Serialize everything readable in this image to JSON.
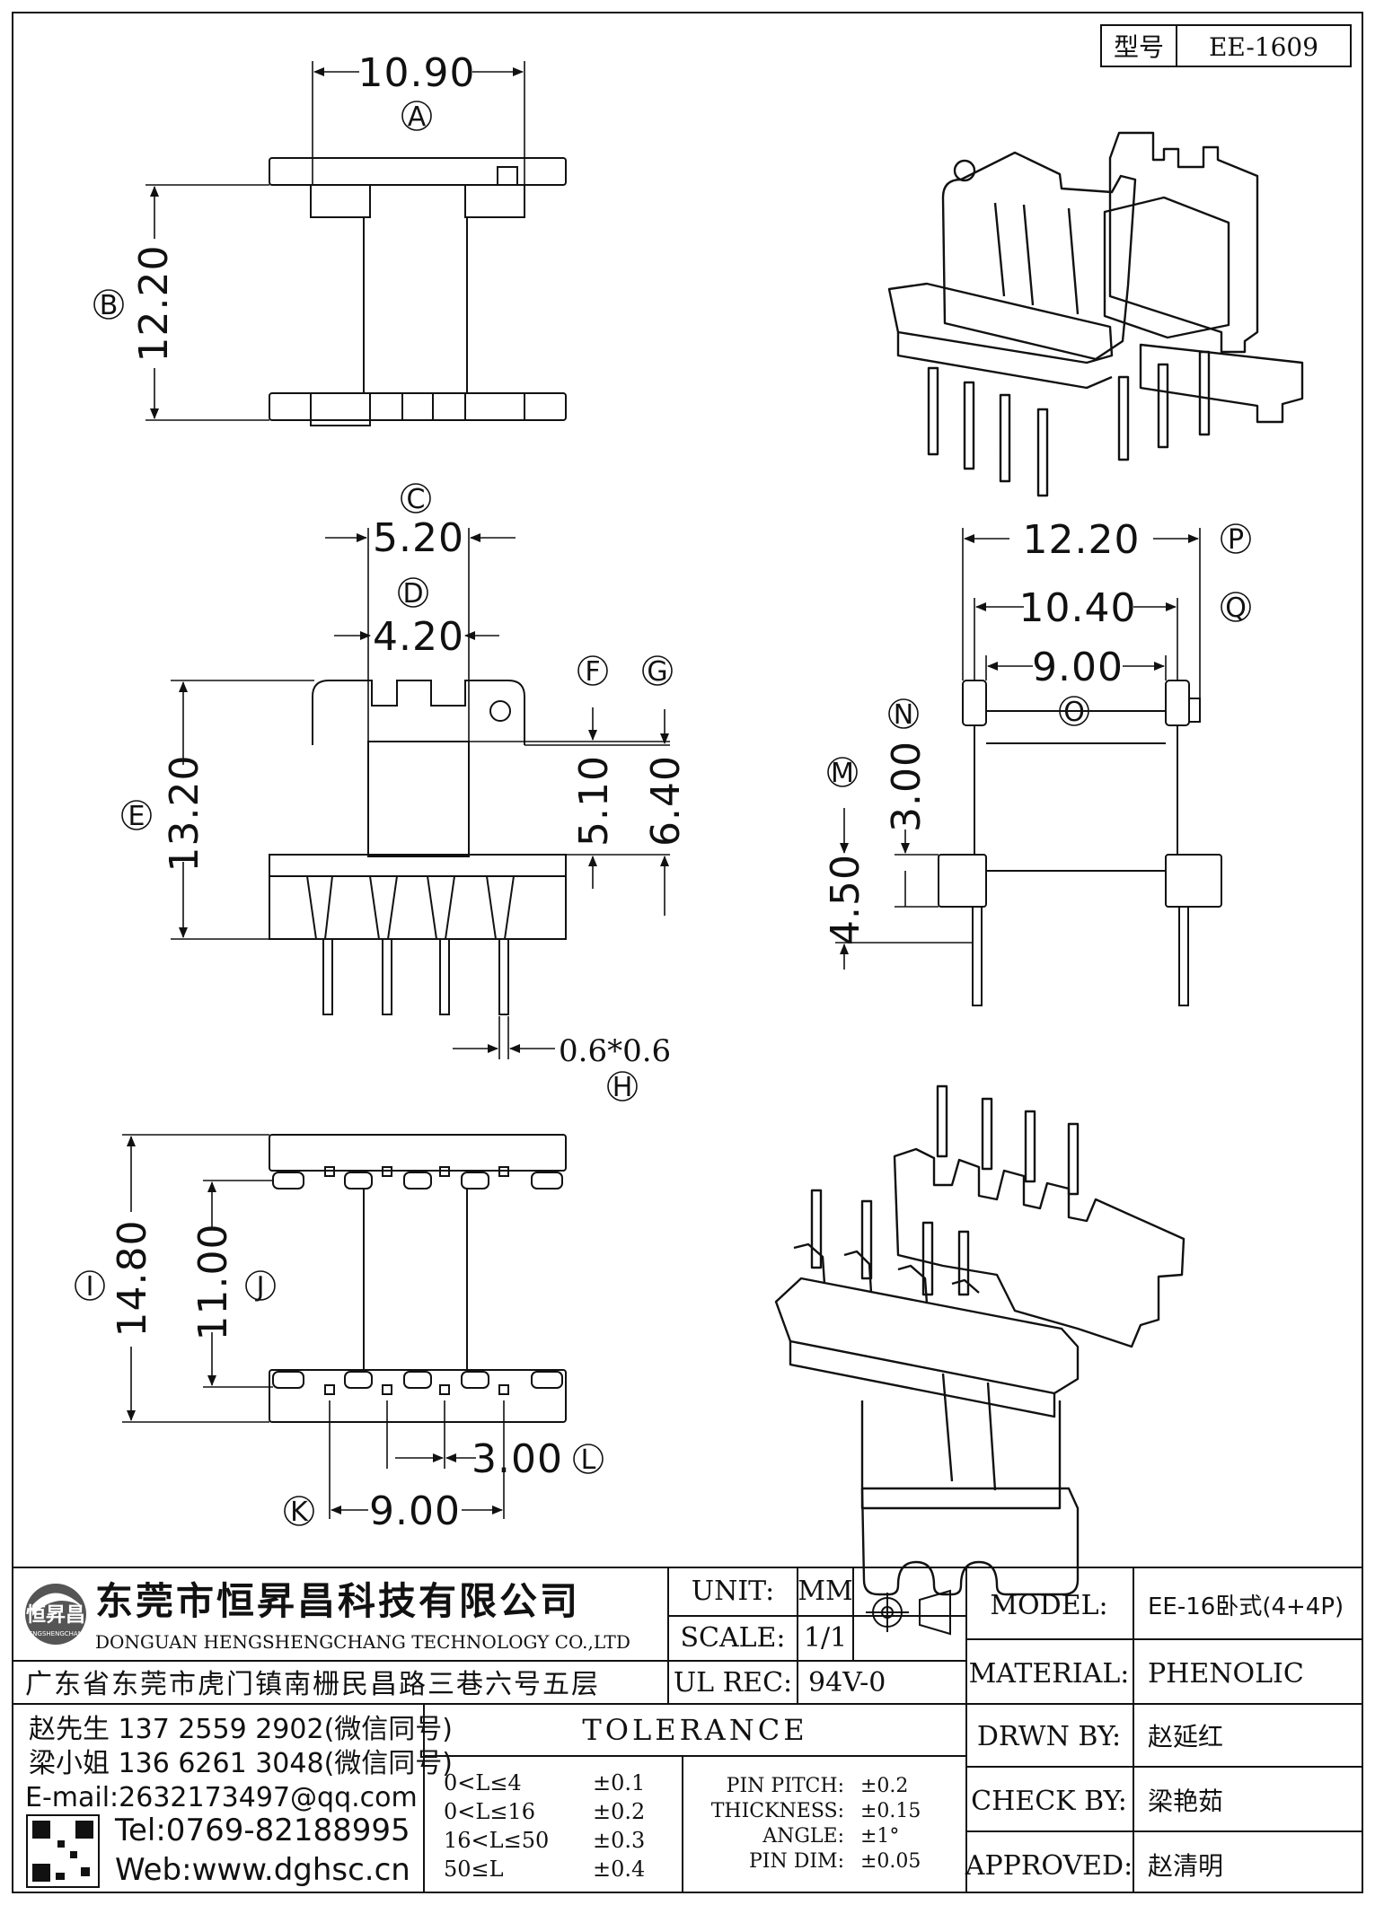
{
  "header": {
    "type_label": "型号",
    "part_no": "EE-1609"
  },
  "dimensions": {
    "A": "10.90",
    "B": "12.20",
    "C": "5.20",
    "D": "4.20",
    "E": "13.20",
    "F": "5.10",
    "G": "6.40",
    "H": "0.6*0.6",
    "I": "14.80",
    "J": "11.00",
    "K": "9.00",
    "L": "3.00",
    "M": "4.50",
    "N": "3.00",
    "O": "9.00",
    "P": "12.20",
    "Q": "10.40"
  },
  "labels": [
    "A",
    "B",
    "C",
    "D",
    "E",
    "F",
    "G",
    "H",
    "I",
    "J",
    "K",
    "L",
    "M",
    "N",
    "O",
    "P",
    "Q"
  ],
  "company": {
    "logo_text": "恒昇昌",
    "logo_sub": "HENGSHENGCHANG",
    "name_cn": "东莞市恒昇昌科技有限公司",
    "name_en": "DONGUAN HENGSHENGCHANG TECHNOLOGY CO.,LTD",
    "address": "广东省东莞市虎门镇南栅民昌路三巷六号五层"
  },
  "contacts": {
    "line1": "赵先生 137 2559 2902(微信同号)",
    "line2": "梁小姐 136 6261 3048(微信同号)",
    "email": "E-mail:2632173497@qq.com",
    "tel": "Tel:0769-82188995",
    "web": "Web:www.dghsc.cn"
  },
  "specs": {
    "unit_label": "UNIT:",
    "unit_value": "MM",
    "scale_label": "SCALE:",
    "scale_value": "1/1",
    "ulrec_label": "UL REC:",
    "ulrec_value": "94V-0"
  },
  "tolerance": {
    "title": "TOLERANCE",
    "rows": [
      {
        "range": "0<L≤4",
        "value": "±0.1"
      },
      {
        "range": "0<L≤16",
        "value": "±0.2"
      },
      {
        "range": "16<L≤50",
        "value": "±0.3"
      },
      {
        "range": "50≤L",
        "value": "±0.4"
      }
    ],
    "extra": [
      {
        "label": "PIN PITCH:",
        "value": "±0.2"
      },
      {
        "label": "THICKNESS:",
        "value": "±0.15"
      },
      {
        "label": "ANGLE:",
        "value": "±1°"
      },
      {
        "label": "PIN DIM:",
        "value": "±0.05"
      }
    ]
  },
  "title_block": {
    "model_label": "MODEL:",
    "model_value": "EE-16卧式(4+4P)",
    "material_label": "MATERIAL:",
    "material_value": "PHENOLIC",
    "drawn_label": "DRWN BY:",
    "drawn_value": "赵延红",
    "check_label": "CHECK BY:",
    "check_value": "梁艳茹",
    "approved_label": "APPROVED:",
    "approved_value": "赵清明"
  }
}
